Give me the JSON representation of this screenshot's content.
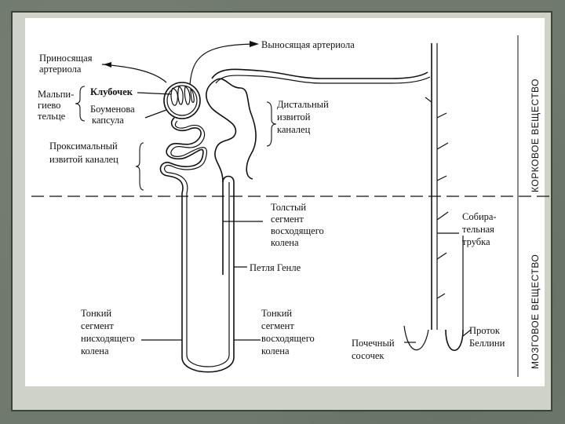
{
  "labels": {
    "afferent_l1": "Приносящая",
    "afferent_l2": "артериола",
    "efferent": "Выносящая артериола",
    "malpighian_l1": "Мальпи-",
    "malpighian_l2": "гиево",
    "malpighian_l3": "тельце",
    "glomerulus": "Клубочек",
    "bowman_l1": "Боуменова",
    "bowman_l2": "капсула",
    "proximal_l1": "Проксимальный",
    "proximal_l2": "извитой каналец",
    "distal_l1": "Дистальный",
    "distal_l2": "извитой",
    "distal_l3": "каналец",
    "thick_l1": "Толстый",
    "thick_l2": "сегмент",
    "thick_l3": "восходящего",
    "thick_l4": "колена",
    "henle": "Петля Генле",
    "thin_desc_l1": "Тонкий",
    "thin_desc_l2": "сегмент",
    "thin_desc_l3": "нисходящего",
    "thin_desc_l4": "колена",
    "thin_asc_l1": "Тонкий",
    "thin_asc_l2": "сегмент",
    "thin_asc_l3": "восходящего",
    "thin_asc_l4": "колена",
    "collecting_l1": "Собира-",
    "collecting_l2": "тельная",
    "collecting_l3": "трубка",
    "papilla_l1": "Почечный",
    "papilla_l2": "сосочек",
    "bellini_l1": "Проток",
    "bellini_l2": "Беллини",
    "cortex": "КОРКОВОЕ ВЕЩЕСТВО",
    "medulla": "МОЗГОВОЕ ВЕЩЕСТВО"
  }
}
